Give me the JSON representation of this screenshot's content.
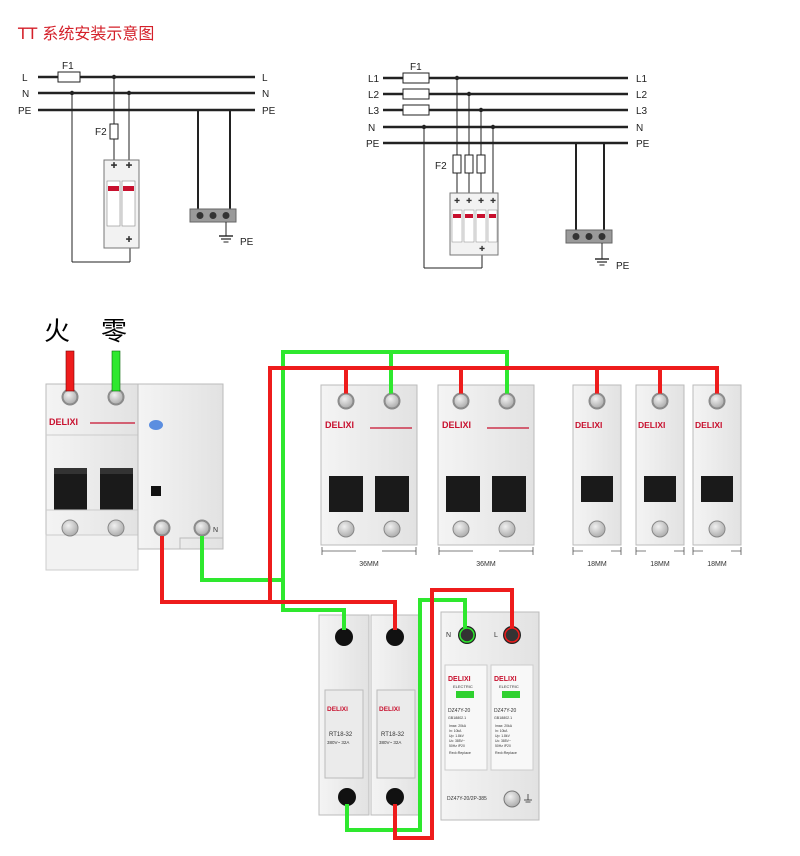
{
  "title": "TT 系统安装示意图",
  "single_phase": {
    "lines": [
      "L",
      "N",
      "PE"
    ],
    "fuse1": "F1",
    "fuse2": "F2",
    "ground": "PE"
  },
  "three_phase": {
    "lines": [
      "L1",
      "L2",
      "L3",
      "N",
      "PE"
    ],
    "fuse1": "F1",
    "fuse2": "F2",
    "ground": "PE"
  },
  "wiring": {
    "live_label": "火",
    "neutral_label": "零",
    "brand": "DELIXI",
    "main_n_terminal": "N",
    "width_labels": [
      "36MM",
      "36MM",
      "18MM",
      "18MM",
      "18MM"
    ],
    "fuse_model": "RT18-32",
    "fuse_rating": "380V~ 32A",
    "spd_terminals": [
      "N",
      "L"
    ],
    "spd_brand_sub": "ELECTRIC",
    "spd_model": "DZ47Y-20",
    "spd_std": "GB18802.1",
    "spd_specs": [
      "Imax: 20kA",
      "In: 10kA",
      "Up: 1.8kV",
      "Uc: 385V~",
      "50Hz IP20"
    ],
    "spd_replace": "Red=Replace",
    "spd_bottom": "DZ47Y-20/2P-385"
  },
  "colors": {
    "live": "#ee1c1c",
    "neutral": "#2ee82e",
    "accent": "#c8102e",
    "title": "#d4202a"
  }
}
